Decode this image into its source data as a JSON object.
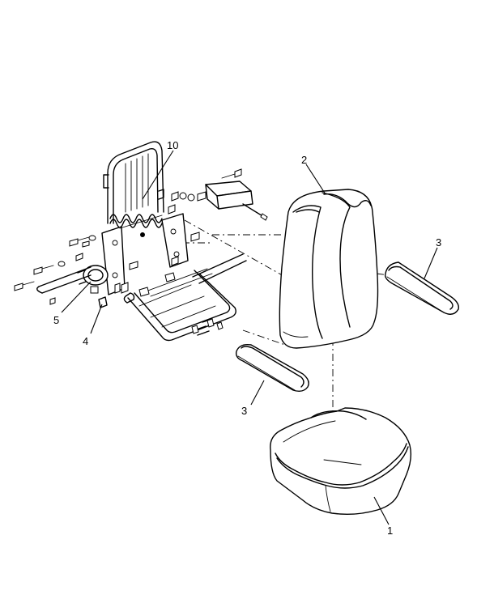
{
  "callouts": {
    "seat_cushion": "1",
    "backrest_cushion": "2",
    "armrest_right": "3",
    "armrest_left": "3",
    "bolt": "4",
    "adjuster_knob": "5",
    "back_frame": "10"
  }
}
